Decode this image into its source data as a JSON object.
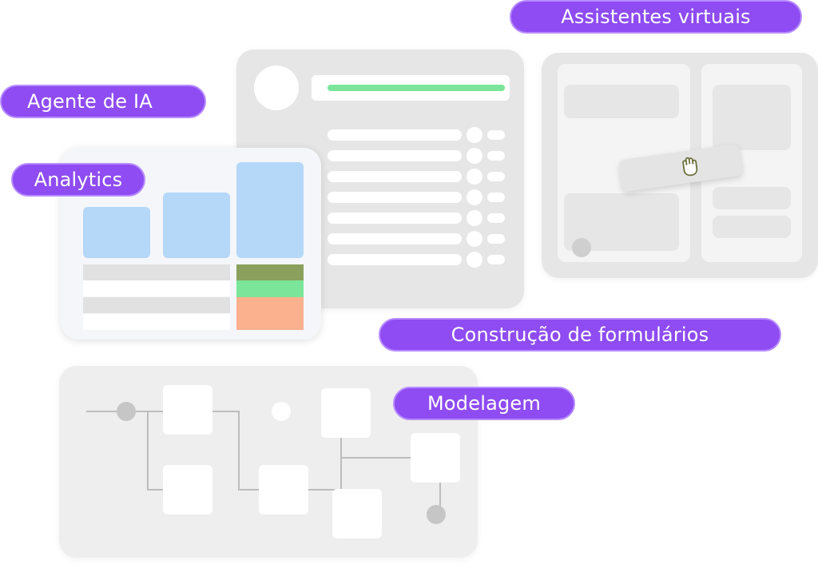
{
  "labels": {
    "assistentes": "Assistentes virtuais",
    "agente": "Agente de IA",
    "analytics": "Analytics",
    "formularios": "Construção de formulários",
    "modelagem": "Modelagem"
  },
  "colors": {
    "pill": "#8e4cf2",
    "accent_green": "#7be59a",
    "olive": "#8aa05c",
    "salmon": "#fbb08e",
    "bar_blue": "#b5d7f8"
  },
  "icons": {
    "drag_hand": "hand-grab-icon"
  }
}
